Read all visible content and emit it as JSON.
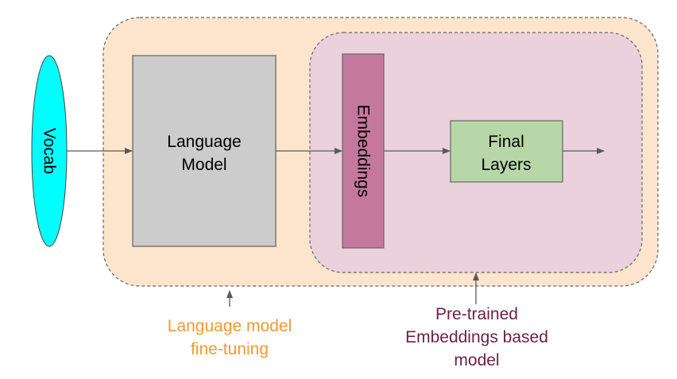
{
  "diagram": {
    "nodes": {
      "vocab": {
        "label": "Vocab",
        "color": "#00ffff"
      },
      "language_model": {
        "label_lines": [
          "Language",
          "Model"
        ],
        "color": "#cccccc"
      },
      "embeddings": {
        "label": "Embeddings",
        "color": "#c5789d"
      },
      "final_layers": {
        "label_lines": [
          "Final",
          "Layers"
        ],
        "color": "#b7d7a8"
      }
    },
    "groups": {
      "fine_tuning": {
        "color": "#fde5cd",
        "annotation_lines": [
          "Language model",
          "fine-tuning"
        ],
        "annotation_color": "#f6982f"
      },
      "pretrained": {
        "color": "#ead1dc",
        "annotation_lines": [
          "Pre-trained",
          "Embeddings based",
          "model"
        ],
        "annotation_color": "#6e1e45"
      }
    },
    "edges": [
      {
        "from": "vocab",
        "to": "language_model"
      },
      {
        "from": "language_model",
        "to": "embeddings"
      },
      {
        "from": "embeddings",
        "to": "final_layers"
      },
      {
        "from": "final_layers",
        "to": "output"
      }
    ]
  }
}
